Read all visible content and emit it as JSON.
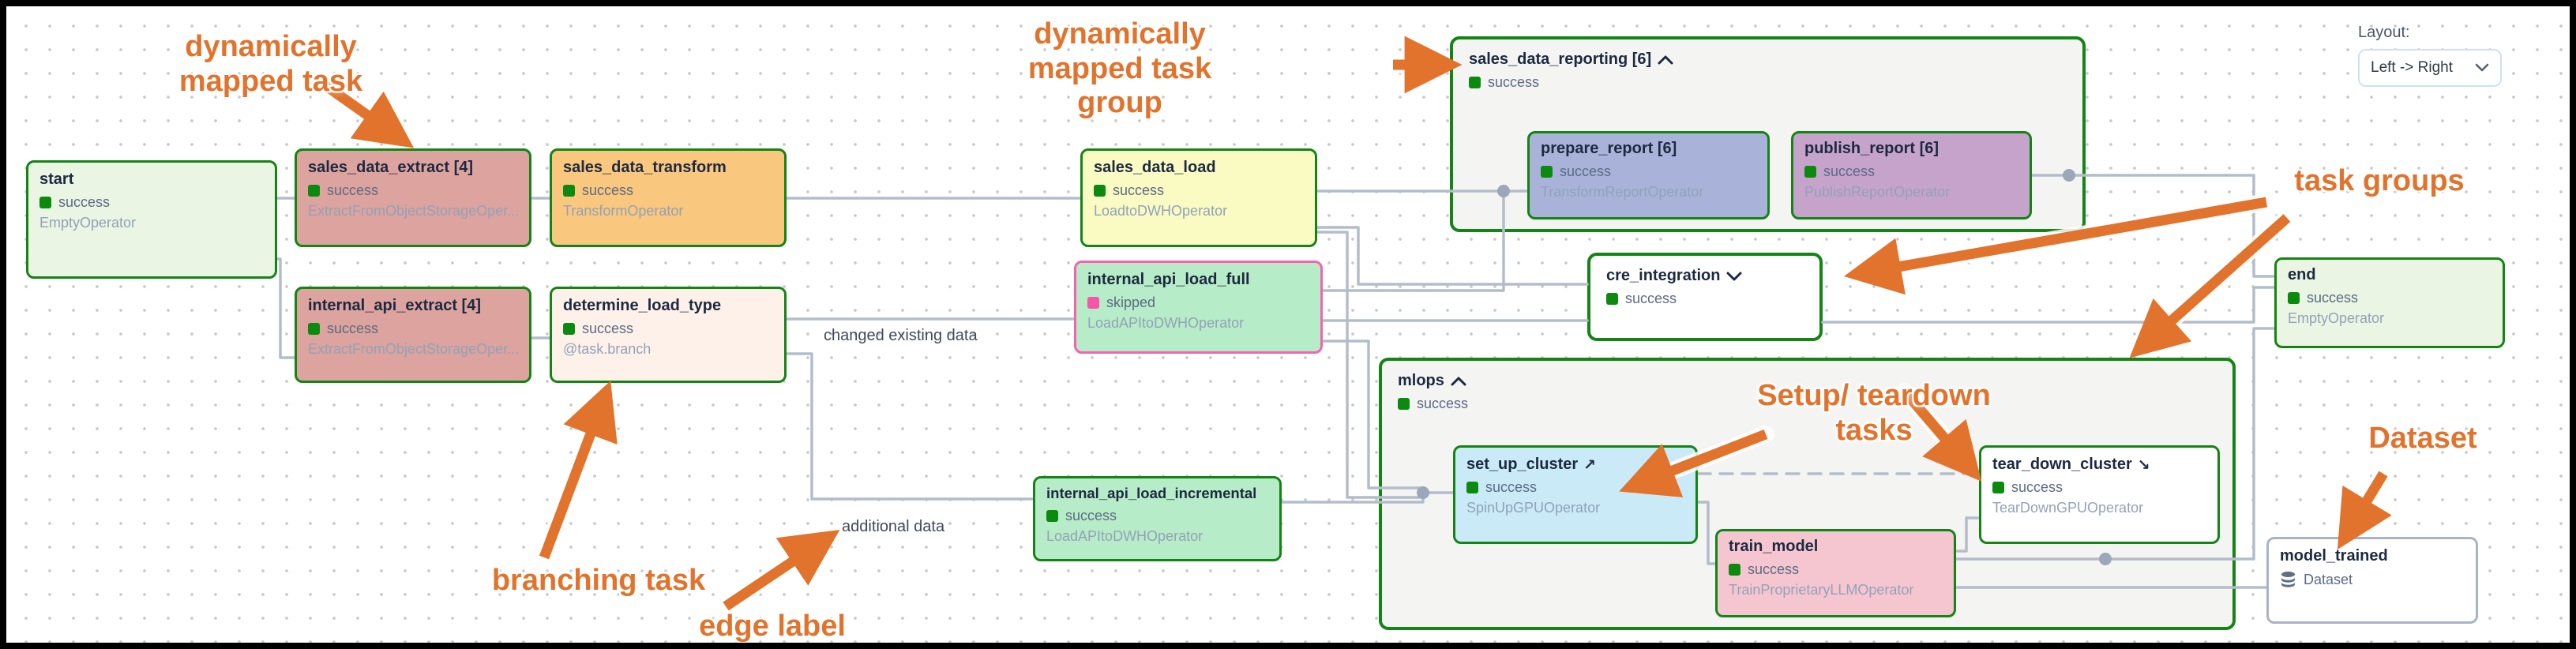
{
  "layout_control": {
    "label": "Layout:",
    "value": "Left -> Right"
  },
  "nodes": {
    "start": {
      "title": "start",
      "status": "success",
      "operator": "EmptyOperator"
    },
    "sales_data_extract": {
      "title": "sales_data_extract [4]",
      "status": "success",
      "operator": "ExtractFromObjectStorageOper..."
    },
    "sales_data_transform": {
      "title": "sales_data_transform",
      "status": "success",
      "operator": "TransformOperator"
    },
    "sales_data_load": {
      "title": "sales_data_load",
      "status": "success",
      "operator": "LoadtoDWHOperator"
    },
    "internal_api_extract": {
      "title": "internal_api_extract [4]",
      "status": "success",
      "operator": "ExtractFromObjectStorageOper..."
    },
    "determine_load_type": {
      "title": "determine_load_type",
      "status": "success",
      "operator": "@task.branch"
    },
    "internal_api_load_full": {
      "title": "internal_api_load_full",
      "status": "skipped",
      "operator": "LoadAPItoDWHOperator"
    },
    "internal_api_load_incremental": {
      "title": "internal_api_load_incremental",
      "status": "success",
      "operator": "LoadAPItoDWHOperator"
    },
    "prepare_report": {
      "title": "prepare_report [6]",
      "status": "success",
      "operator": "TransformReportOperator"
    },
    "publish_report": {
      "title": "publish_report [6]",
      "status": "success",
      "operator": "PublishReportOperator"
    },
    "set_up_cluster": {
      "title": "set_up_cluster",
      "icon": "↗",
      "status": "success",
      "operator": "SpinUpGPUOperator"
    },
    "train_model": {
      "title": "train_model",
      "status": "success",
      "operator": "TrainProprietaryLLMOperator"
    },
    "tear_down_cluster": {
      "title": "tear_down_cluster",
      "icon": "↘",
      "status": "success",
      "operator": "TearDownGPUOperator"
    },
    "end": {
      "title": "end",
      "status": "success",
      "operator": "EmptyOperator"
    }
  },
  "groups": {
    "sales_data_reporting": {
      "title": "sales_data_reporting [6]",
      "status": "success"
    },
    "cre_integration": {
      "title": "cre_integration",
      "status": "success"
    },
    "mlops": {
      "title": "mlops",
      "status": "success"
    }
  },
  "dataset_node": {
    "title": "model_trained",
    "type_label": "Dataset"
  },
  "edge_labels": {
    "branch_full": "changed existing data",
    "branch_incremental": "additional data"
  },
  "annotations": {
    "dynamically_mapped_task": "dynamically\nmapped task",
    "dynamically_mapped_task_group": "dynamically\nmapped task\ngroup",
    "task_groups": "task groups",
    "setup_teardown": "Setup/ teardown\ntasks",
    "branching_task": "branching task",
    "edge_label": "edge label",
    "dataset": "Dataset"
  },
  "colors": {
    "annotation_orange": "#e2732c",
    "edge_gray": "#b3bdca",
    "success_green": "#0c8a10",
    "skipped_pink": "#f455a6",
    "node_border_green": "#148414",
    "mapped_full_border_pink": "#f562ae"
  }
}
